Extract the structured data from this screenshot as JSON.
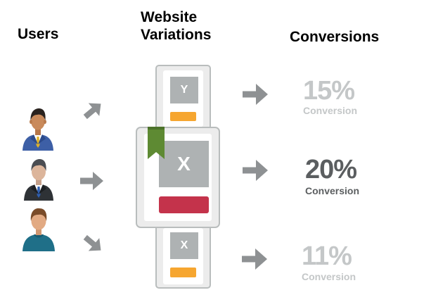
{
  "headings": {
    "users": "Users",
    "variations": [
      "Website",
      "Variations"
    ],
    "conversions": "Conversions"
  },
  "variations": [
    {
      "label": "Y",
      "bar_color": "#f6a630"
    },
    {
      "label": "X",
      "bar_color": "#c4334b"
    },
    {
      "label": "X",
      "bar_color": "#f6a630"
    }
  ],
  "results": [
    {
      "value": "15%",
      "label": "Conversion",
      "color": "#c4c7c8"
    },
    {
      "value": "20%",
      "label": "Conversion",
      "color": "#5b5e60"
    },
    {
      "value": "11%",
      "label": "Conversion",
      "color": "#c4c7c8"
    }
  ],
  "colors": {
    "arrow": "#8e9193",
    "bookmark": "#5e8a33",
    "tile": "#aeb2b3"
  },
  "icons": [
    "user-icon",
    "user-icon",
    "user-icon",
    "arrow-icon",
    "bookmark-icon"
  ]
}
